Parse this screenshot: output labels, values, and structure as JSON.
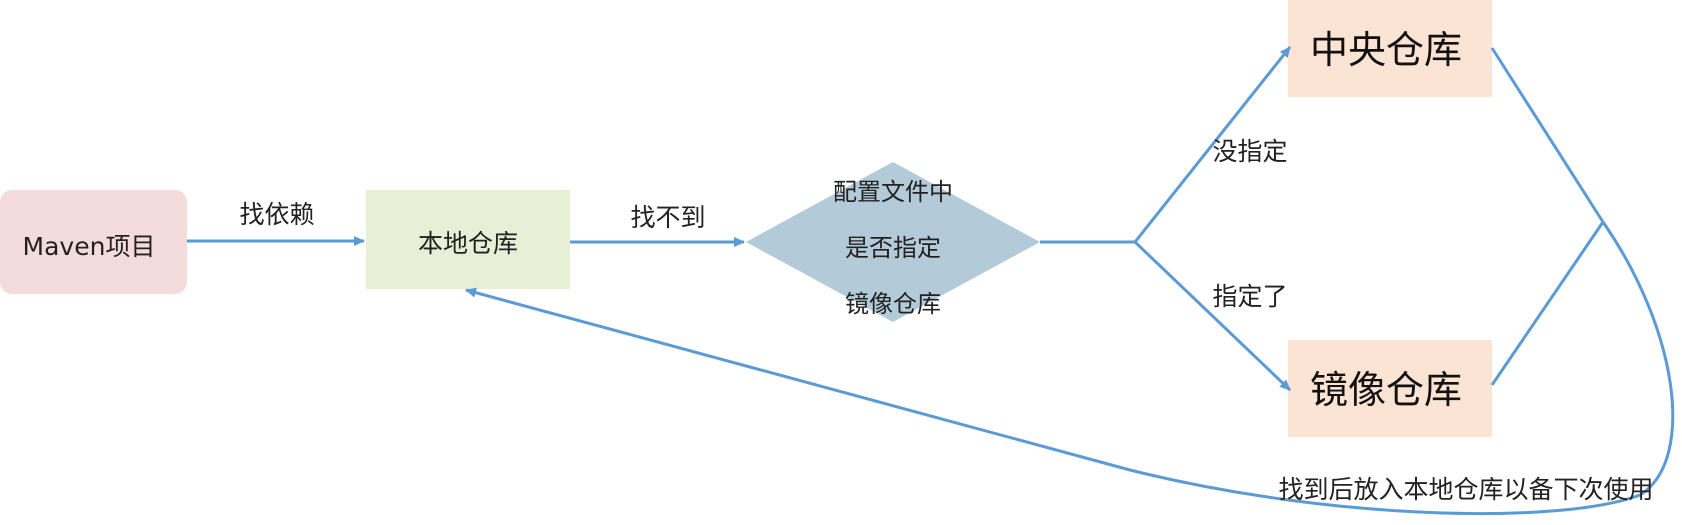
{
  "nodes": {
    "maven_project": "Maven项目",
    "local_repo": "本地仓库",
    "decision_line1": "配置文件中",
    "decision_line2": "是否指定",
    "decision_line3": "镜像仓库",
    "central_repo": "中央仓库",
    "mirror_repo": "镜像仓库"
  },
  "edges": {
    "find_dependency": "找依赖",
    "not_found": "找不到",
    "not_specified": "没指定",
    "specified": "指定了",
    "return_note": "找到后放入本地仓库以备下次使用"
  },
  "colors": {
    "maven_fill": "#f4dcdd",
    "local_fill": "#e8efd7",
    "decision_fill": "#b3cbd8",
    "repo_fill": "#fce4d4",
    "arrow": "#5b9bd5"
  }
}
